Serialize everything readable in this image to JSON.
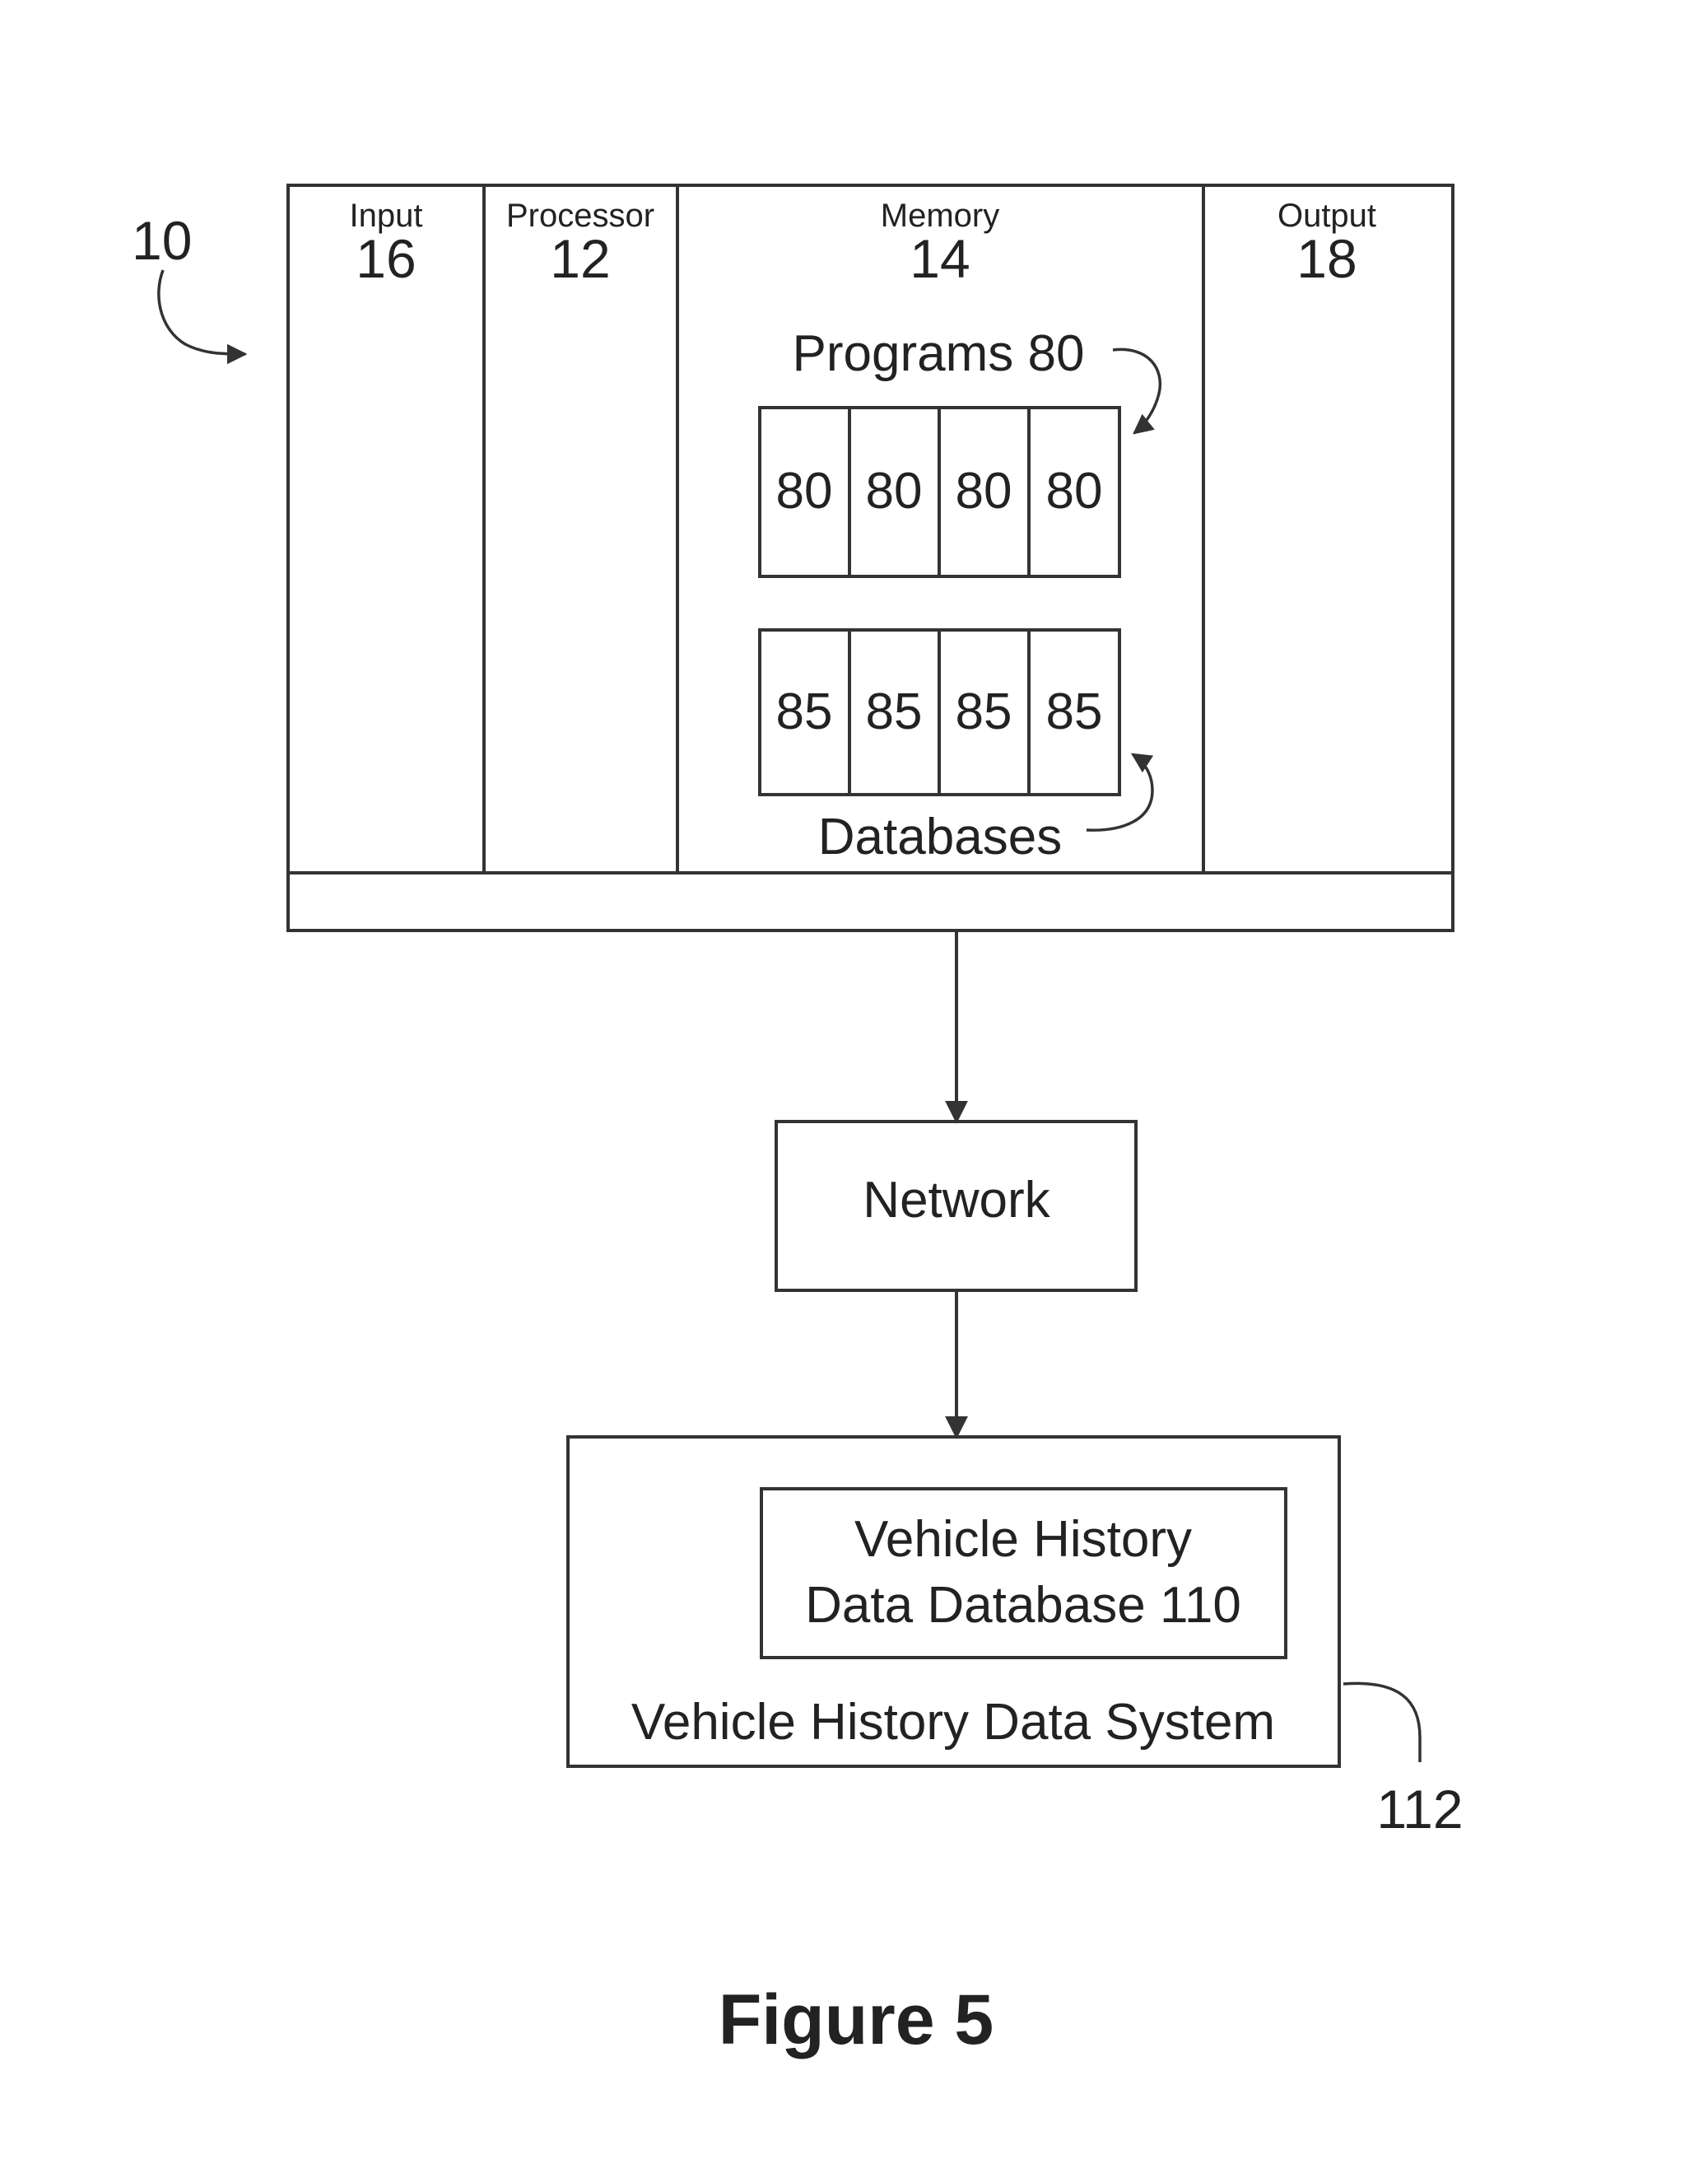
{
  "system": {
    "ref": "10",
    "input": {
      "label": "Input",
      "num": "16"
    },
    "processor": {
      "label": "Processor",
      "num": "12"
    },
    "memory": {
      "label": "Memory",
      "num": "14",
      "programs_label": "Programs 80",
      "programs": [
        "80",
        "80",
        "80",
        "80"
      ],
      "databases": [
        "85",
        "85",
        "85",
        "85"
      ],
      "databases_label": "Databases"
    },
    "output": {
      "label": "Output",
      "num": "18"
    }
  },
  "network": {
    "label": "Network"
  },
  "history_system": {
    "database_line1": "Vehicle History",
    "database_line2": "Data Database 110",
    "label": "Vehicle History Data System",
    "ref": "112"
  },
  "caption": "Figure 5"
}
